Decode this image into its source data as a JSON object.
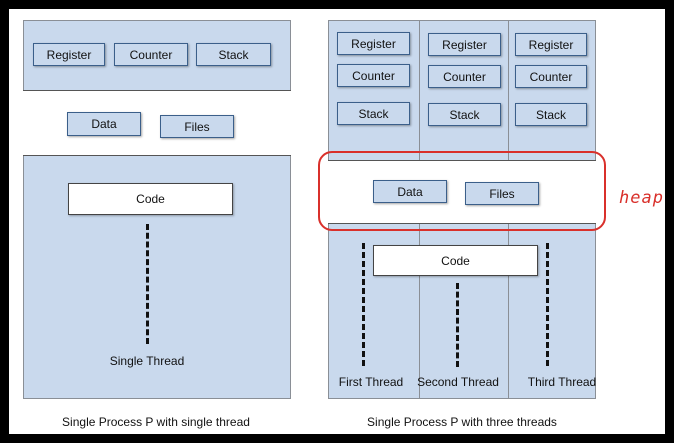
{
  "left": {
    "top_boxes": [
      "Register",
      "Counter",
      "Stack"
    ],
    "band_boxes": [
      "Data",
      "Files"
    ],
    "code": "Code",
    "thread_label": "Single Thread",
    "caption": "Single Process P with single thread"
  },
  "right": {
    "threads": [
      {
        "boxes": [
          "Register",
          "Counter",
          "Stack"
        ],
        "label": "First Thread"
      },
      {
        "boxes": [
          "Register",
          "Counter",
          "Stack"
        ],
        "label": "Second Thread"
      },
      {
        "boxes": [
          "Register",
          "Counter",
          "Stack"
        ],
        "label": "Third Thread"
      }
    ],
    "band_boxes": [
      "Data",
      "Files"
    ],
    "code": "Code",
    "caption": "Single Process P with three threads"
  },
  "annotation": {
    "text": "heap",
    "color": "#d9302b"
  }
}
